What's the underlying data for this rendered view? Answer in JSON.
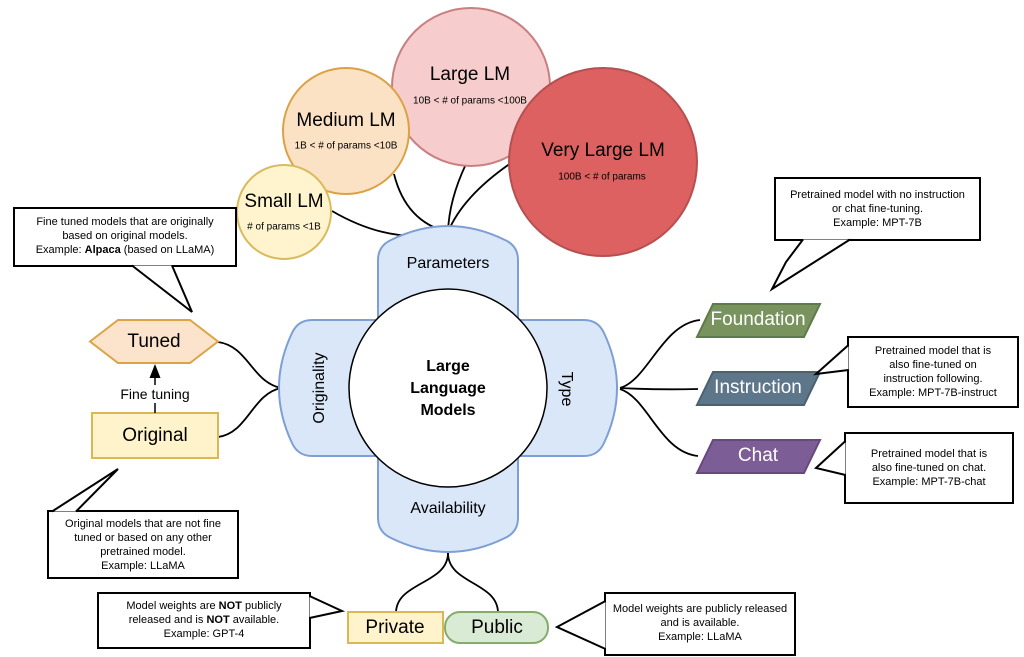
{
  "colors": {
    "petal_fill": "#D9E7F8",
    "petal_stroke": "#7E9FD4",
    "center_fill": "#FFFFFF",
    "small_fill": "#FFF4CE",
    "small_stroke": "#D9BB5E",
    "medium_fill": "#FBE2C5",
    "medium_stroke": "#DCA145",
    "large_fill": "#F6CCCC",
    "large_stroke": "#C88080",
    "very_large_fill": "#DD6161",
    "very_large_stroke": "#B65050",
    "tuned_fill": "#FBE3CC",
    "tuned_stroke": "#DBA447",
    "original_fill": "#FFF3CC",
    "original_stroke": "#D9B855",
    "private_fill": "#FFF3CC",
    "private_stroke": "#D9B855",
    "public_fill": "#DAEBD5",
    "public_stroke": "#85AC6B",
    "foundation_fill": "#78935E",
    "foundation_stroke": "#5F7A4A",
    "instruction_fill": "#5E7689",
    "instruction_stroke": "#4C6170",
    "chat_fill": "#7D5D95",
    "chat_stroke": "#68497E"
  },
  "center": {
    "line1": "Large",
    "line2": "Language",
    "line3": "Models",
    "petal_top": "Parameters",
    "petal_right": "Type",
    "petal_bottom": "Availability",
    "petal_left": "Originality"
  },
  "parameters": {
    "small": {
      "label": "Small LM",
      "range": "# of params <1B"
    },
    "medium": {
      "label": "Medium LM",
      "range": "1B < # of params <10B"
    },
    "large": {
      "label": "Large LM",
      "range": "10B < # of params <100B"
    },
    "very_large": {
      "label": "Very Large LM",
      "range": "100B < # of params"
    }
  },
  "originality": {
    "tuned": "Tuned",
    "original": "Original",
    "fine_tuning": "Fine tuning"
  },
  "type": {
    "foundation": "Foundation",
    "instruction": "Instruction",
    "chat": "Chat"
  },
  "availability": {
    "private": "Private",
    "public": "Public"
  },
  "callouts": {
    "tuned": {
      "line1": "Fine tuned models that are originally",
      "line2": "based on original models.",
      "line3_pre": "Example: ",
      "line3_bold": "Alpaca",
      "line3_post": " (based on LLaMA)"
    },
    "original": {
      "line1": "Original models that are not fine",
      "line2": "tuned or based on any other",
      "line3": "pretrained model.",
      "line4": "Example: LLaMA"
    },
    "foundation": {
      "line1": "Pretrained model with no instruction",
      "line2": "or chat fine-tuning.",
      "line3": "Example: MPT-7B"
    },
    "instruction": {
      "line1": "Pretrained model that is",
      "line2": "also fine-tuned on",
      "line3": "instruction following.",
      "line4": "Example: MPT-7B-instruct"
    },
    "chat": {
      "line1": "Pretrained model that is",
      "line2": "also fine-tuned on chat.",
      "line3": "Example: MPT-7B-chat"
    },
    "private": {
      "line1_pre": "Model weights are ",
      "line1_bold": "NOT",
      "line1_post": " publicly",
      "line2_pre": "released and is ",
      "line2_bold": "NOT",
      "line2_post": " available.",
      "line3": "Example: GPT-4"
    },
    "public": {
      "line1": "Model weights are publicly released",
      "line2": "and is available.",
      "line3": "Example: LLaMA"
    }
  }
}
